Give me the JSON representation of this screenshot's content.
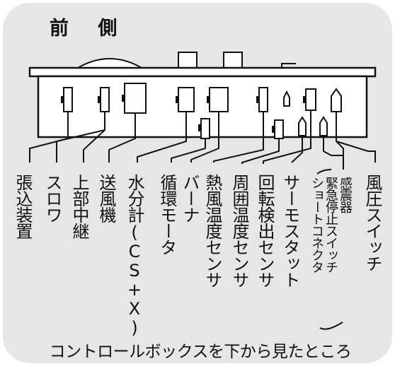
{
  "title": "前 側",
  "caption": "コントロールボックスを下から見たところ",
  "labels": [
    "張込装置",
    "スロワ",
    "上部中継",
    "送風機",
    "水分計(CS+X)",
    "循環モータ",
    "バーナ",
    "熱風温度センサ",
    "周囲温度センサ",
    "回転検出センサ",
    "サーモスタット",
    "ショートコネクタ",
    "緊急停止スイッチ",
    "感震器",
    "風圧スイッチ"
  ],
  "colors": {
    "panel": "#e6e6e6",
    "line": "#111111",
    "box": "#ffffff"
  }
}
